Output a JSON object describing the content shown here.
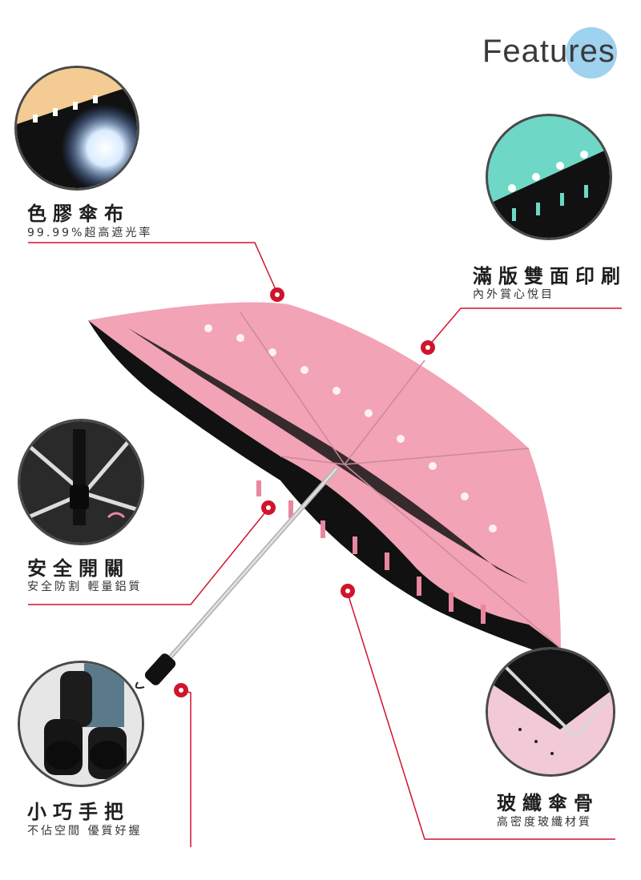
{
  "header": {
    "title": "Features"
  },
  "features": [
    {
      "title": "色膠傘布",
      "subtitle": "99.99%超高遮光率",
      "icon": "sun-block-fabric-photo"
    },
    {
      "title": "滿版雙面印刷",
      "subtitle": "內外賞心悅目",
      "icon": "double-sided-print-photo"
    },
    {
      "title": "安全開關",
      "subtitle": "安全防割 輕量鋁質",
      "icon": "safety-switch-photo"
    },
    {
      "title": "小巧手把",
      "subtitle": "不佔空間 優質好握",
      "icon": "compact-handle-photo"
    },
    {
      "title": "玻纖傘骨",
      "subtitle": "高密度玻纖材質",
      "icon": "fiberglass-rib-photo"
    }
  ],
  "colors": {
    "accent_red": "#d0142c",
    "title_dot": "#9ed2ee",
    "umbrella_pink": "#f2a3b5",
    "umbrella_black": "#111111"
  }
}
